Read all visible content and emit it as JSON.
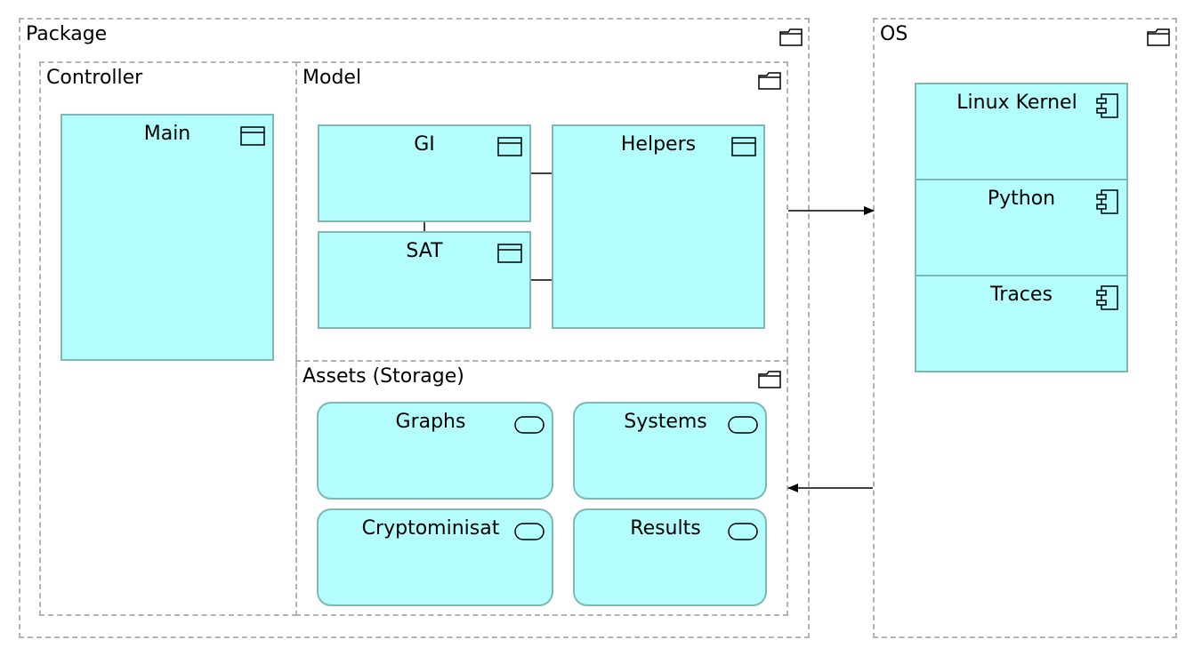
{
  "packages": {
    "package": "Package",
    "os": "OS",
    "controller": "Controller",
    "model": "Model",
    "assets": "Assets (Storage)"
  },
  "controller": {
    "main": "Main"
  },
  "model": {
    "gi": "GI",
    "sat": "SAT",
    "helpers": "Helpers"
  },
  "assets": {
    "graphs": "Graphs",
    "systems": "Systems",
    "cryptominisat": "Cryptominisat",
    "results": "Results"
  },
  "os": {
    "linux_kernel": "Linux Kernel",
    "python": "Python",
    "traces": "Traces"
  },
  "icons": {
    "package": "folder-icon",
    "class": "class-icon",
    "component": "component-icon",
    "data": "data-object-icon"
  },
  "colors": {
    "box_fill": "#b3fdfd",
    "box_border": "#7fb6b6",
    "package_border": "#b3b3b3"
  }
}
